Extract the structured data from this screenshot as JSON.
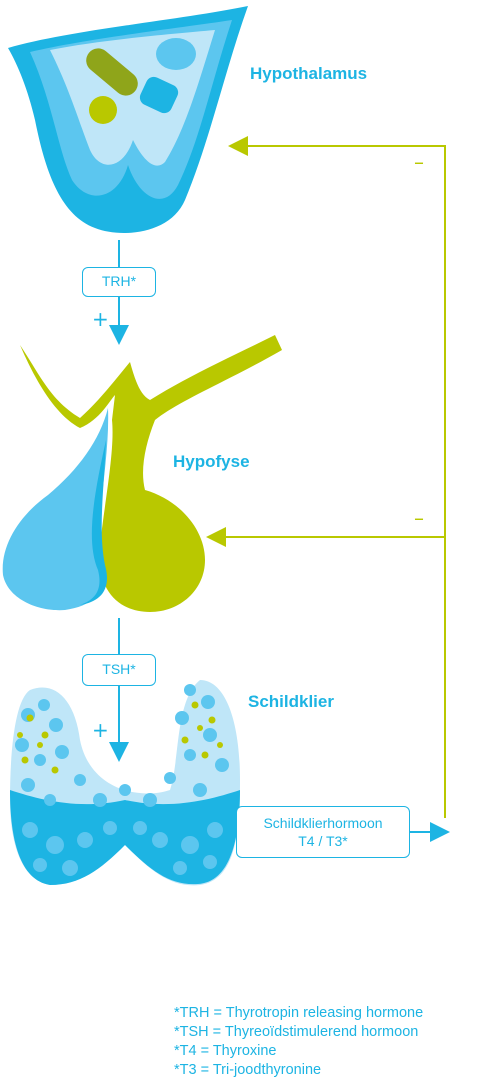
{
  "labels": {
    "hypothalamus": "Hypothalamus",
    "hypofyse": "Hypofyse",
    "schildklier": "Schildklier"
  },
  "boxes": {
    "trh": "TRH*",
    "tsh": "TSH*",
    "hormone_line1": "Schildklierhormoon",
    "hormone_line2": "T4 / T3*"
  },
  "signs": {
    "plus": "+",
    "minus": "–"
  },
  "legend": [
    "*TRH = Thyrotropin releasing hormone",
    "*TSH = Thyreoïdstimulerend hormoon",
    "*T4 = Thyroxine",
    "*T3 = Tri-joodthyronine"
  ],
  "colors": {
    "blue": "#1db4e3",
    "light_blue": "#5cc6ef",
    "pale_blue": "#bfe6f8",
    "green": "#b9c800",
    "olive": "#8fa51a"
  }
}
